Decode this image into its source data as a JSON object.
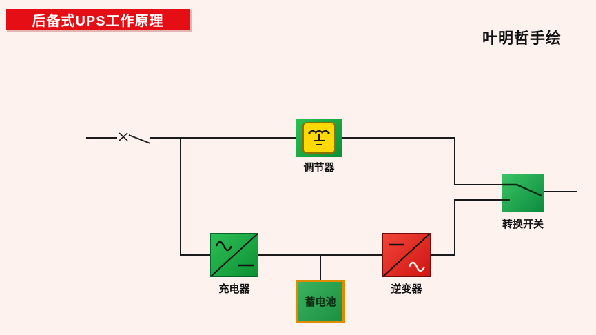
{
  "title_banner": {
    "text": "后备式UPS工作原理"
  },
  "credit": {
    "text": "叶明哲手绘"
  },
  "components": {
    "regulator": {
      "label": "调节器"
    },
    "transfer_switch": {
      "label": "转换开关"
    },
    "charger": {
      "label": "充电器"
    },
    "battery": {
      "label": "蓄电池"
    },
    "inverter": {
      "label": "逆变器"
    }
  },
  "colors": {
    "background": "#fdf2ee",
    "banner_red": "#e50e14",
    "component_green": "#16a23c",
    "inverter_red": "#e5261c",
    "regulator_inner_yellow": "#ffd900",
    "battery_border_orange": "#e08a00",
    "wire_black": "#1a1a1a"
  }
}
